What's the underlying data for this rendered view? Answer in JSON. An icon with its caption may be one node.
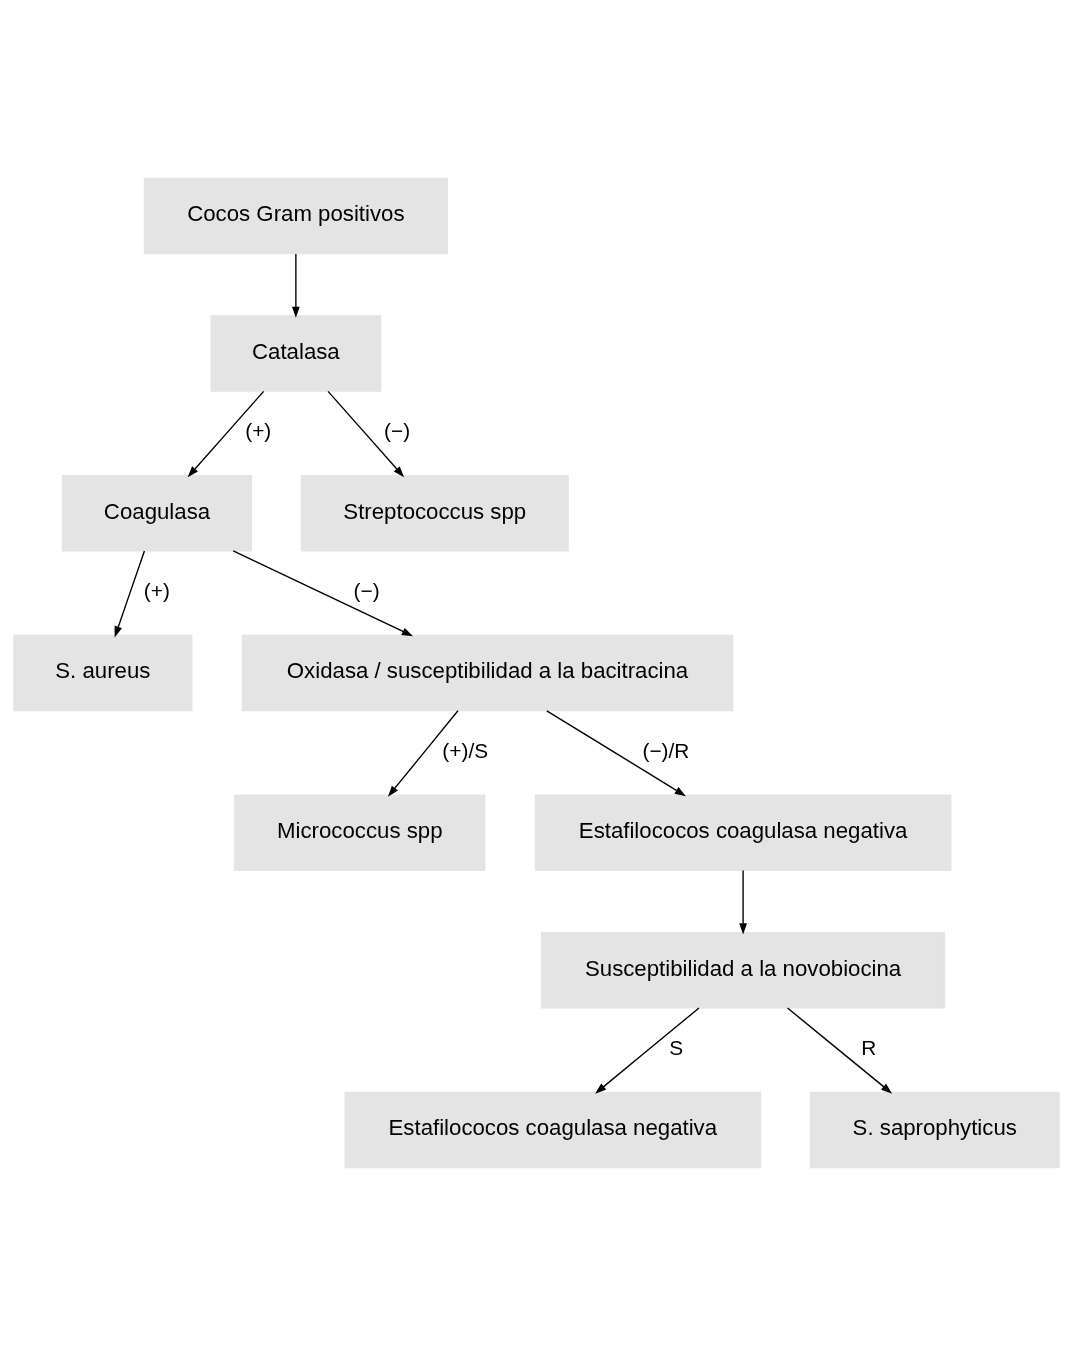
{
  "diagram": {
    "nodes": [
      {
        "text": [
          "Cocos Gram positivos"
        ]
      },
      {
        "text": [
          "Catalasa"
        ]
      },
      {
        "text": [
          "Coagulasa"
        ]
      },
      {
        "text": [
          "Streptococcus spp"
        ]
      },
      {
        "text": [
          "S. aureus"
        ]
      },
      {
        "text": [
          "Oxidasa / susceptibilidad a la bacitracina"
        ]
      },
      {
        "text": [
          "Micrococcus spp"
        ]
      },
      {
        "text": [
          "Estafilococos coagulasa negativa"
        ]
      },
      {
        "text": [
          "Susceptibilidad a la novobiocina"
        ]
      },
      {
        "text": [
          "Estafilococos coagulasa negativa"
        ]
      },
      {
        "text": [
          "S. saprophyticus"
        ]
      }
    ],
    "edges": [
      {
        "from": 0,
        "to": 1,
        "arrow": "to"
      },
      {
        "from": 1,
        "to": 2,
        "arrow": "to",
        "label": "(+)"
      },
      {
        "from": 1,
        "to": 3,
        "arrow": "to",
        "label": "(−)"
      },
      {
        "from": 2,
        "to": 4,
        "arrow": "to",
        "label": "(+)"
      },
      {
        "from": 2,
        "to": 5,
        "arrow": "to",
        "label": "(−)"
      },
      {
        "from": 5,
        "to": 6,
        "arrow": "to",
        "label": "(+)/S"
      },
      {
        "from": 5,
        "to": 7,
        "arrow": "to",
        "label": "(−)/R"
      },
      {
        "from": 7,
        "to": 8,
        "arrow": "to"
      },
      {
        "from": 8,
        "to": 9,
        "arrow": "to",
        "label": "S"
      },
      {
        "from": 8,
        "to": 10,
        "arrow": "to",
        "label": "R"
      }
    ]
  }
}
